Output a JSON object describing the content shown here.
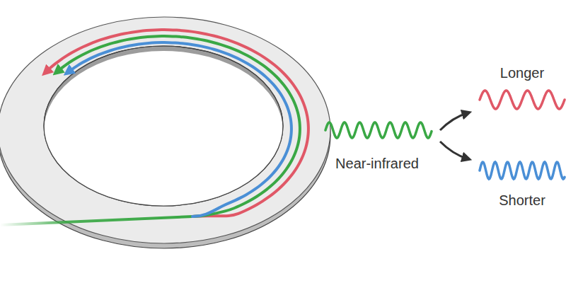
{
  "diagram": {
    "labels": [
      "Longer",
      "Near-infrared",
      "Shorter"
    ]
  }
}
